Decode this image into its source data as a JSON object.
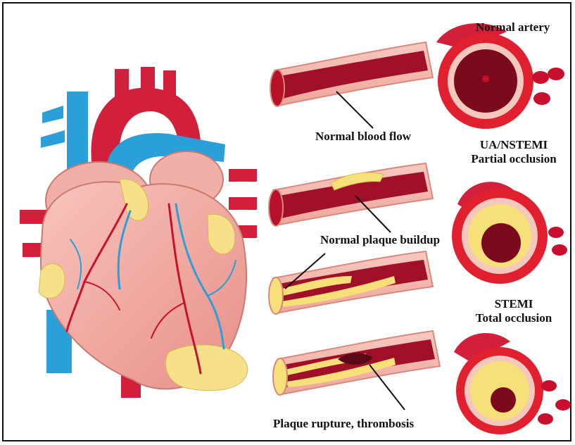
{
  "labels": {
    "normal_artery": "Normal artery",
    "normal_blood_flow": "Normal blood flow",
    "ua_nstemi_line1": "UA/NSTEMI",
    "ua_nstemi_line2": "Partial occlusion",
    "normal_plaque_buildup": "Normal plaque buildup",
    "stemi_line1": "STEMI",
    "stemi_line2": "Total occlusion",
    "plaque_rupture": "Plaque rupture, thrombosis"
  },
  "colors": {
    "artery_red": "#c8102e",
    "artery_outer": "#f4b9b0",
    "blood": "#a01028",
    "plaque": "#f7df7a",
    "vein_blue": "#2a9fd8",
    "heart_pink": "#f2a7a0"
  }
}
